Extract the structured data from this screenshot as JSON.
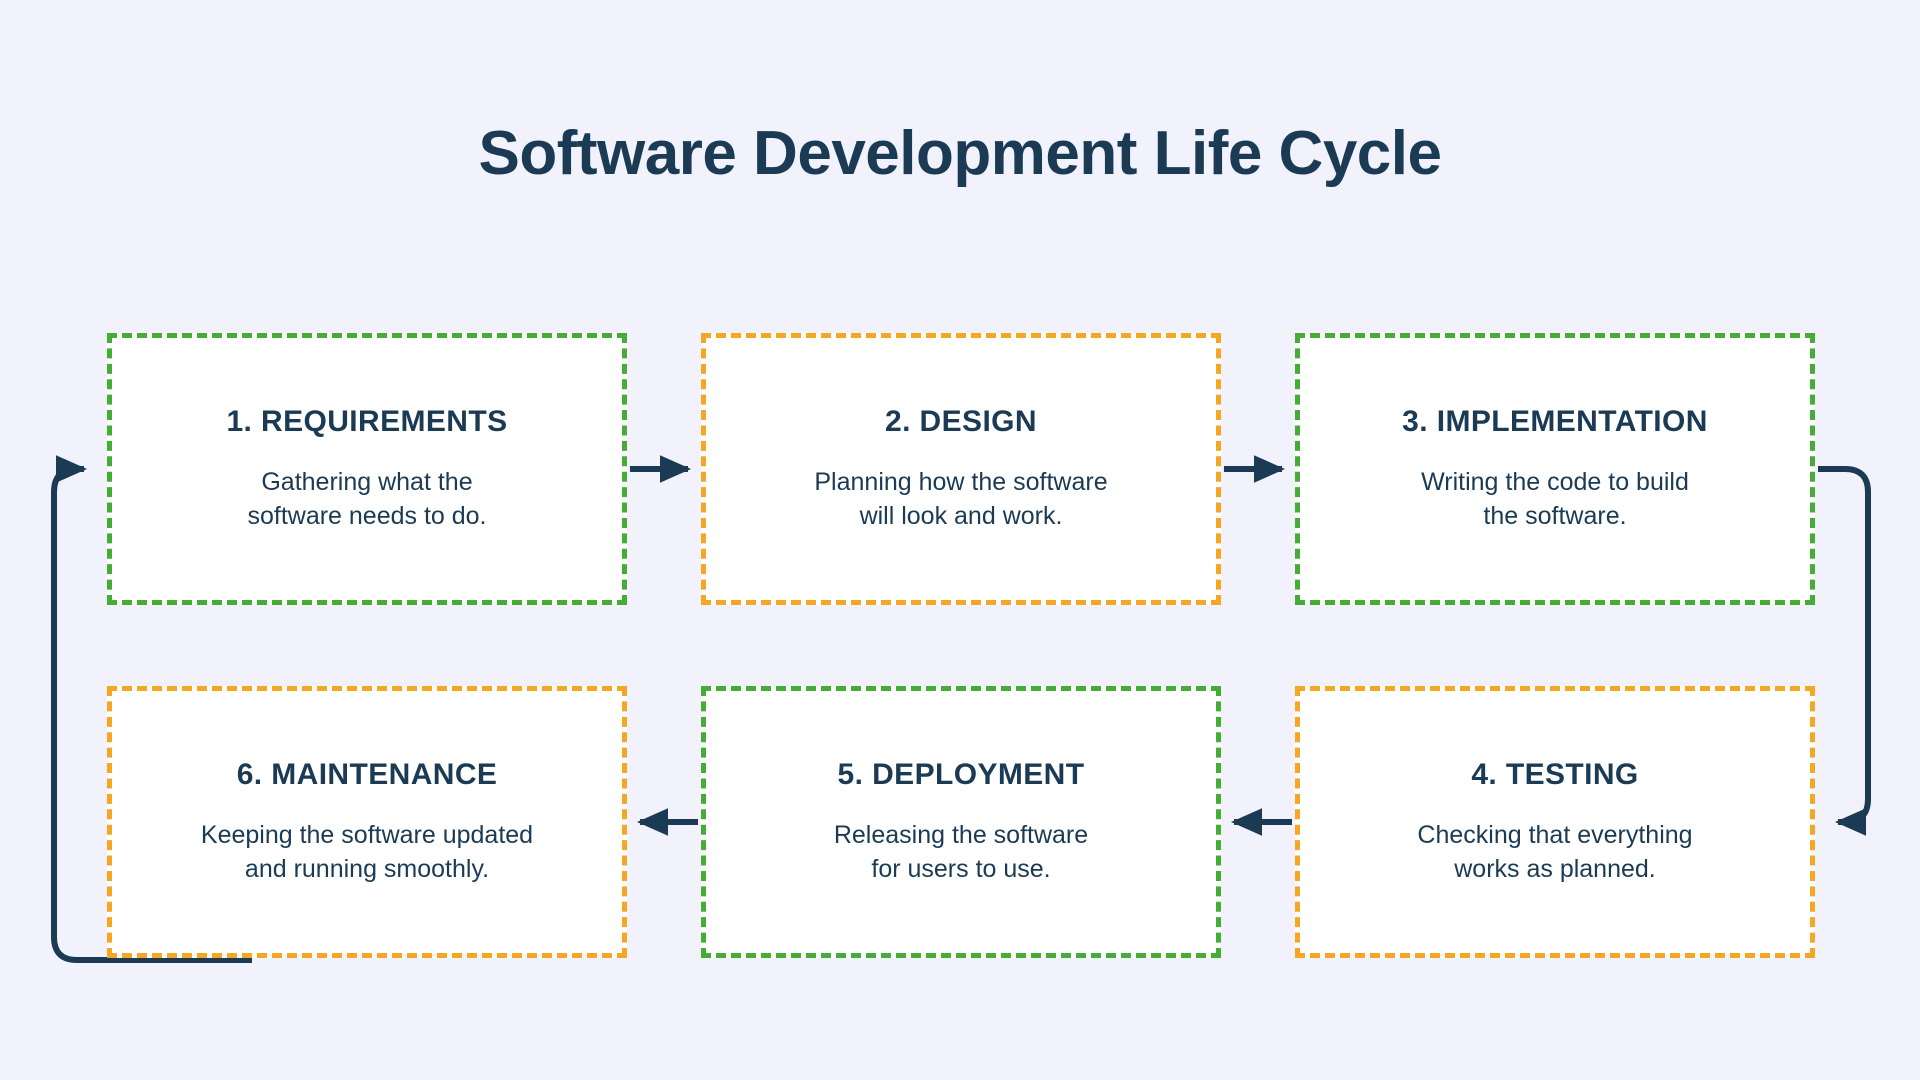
{
  "page": {
    "title": "Software Development Life Cycle",
    "background_color": "#f2f2fc",
    "text_color": "#1b3a54",
    "green": "#45ad35",
    "orange": "#f5a623",
    "arrow_color": "#1b3a54"
  },
  "stages": [
    {
      "title": "1. REQUIREMENTS",
      "description_line1": "Gathering what the",
      "description_line2": "software needs to do.",
      "border_color": "#45ad35",
      "border_style": "dashed"
    },
    {
      "title": "2. DESIGN",
      "description_line1": "Planning how the software",
      "description_line2": "will look and work.",
      "border_color": "#f5a623",
      "border_style": "dashed"
    },
    {
      "title": "3. IMPLEMENTATION",
      "description_line1": "Writing the code to build",
      "description_line2": "the software.",
      "border_color": "#45ad35",
      "border_style": "dashed"
    },
    {
      "title": "4. TESTING",
      "description_line1": "Checking that everything",
      "description_line2": "works as planned.",
      "border_color": "#f5a623",
      "border_style": "dashed"
    },
    {
      "title": "5. DEPLOYMENT",
      "description_line1": "Releasing the software",
      "description_line2": "for users to use.",
      "border_color": "#45ad35",
      "border_style": "dashed"
    },
    {
      "title": "6. MAINTENANCE",
      "description_line1": "Keeping the software updated",
      "description_line2": "and running smoothly.",
      "border_color": "#f5a623",
      "border_style": "dashed"
    }
  ],
  "connectors": [
    {
      "name": "arrow-requirements-to-design",
      "from": "1. REQUIREMENTS",
      "to": "2. DESIGN",
      "direction": "right"
    },
    {
      "name": "arrow-design-to-implementation",
      "from": "2. DESIGN",
      "to": "3. IMPLEMENTATION",
      "direction": "right"
    },
    {
      "name": "arrow-implementation-to-testing",
      "from": "3. IMPLEMENTATION",
      "to": "4. TESTING",
      "direction": "wrap-right-down"
    },
    {
      "name": "arrow-testing-to-deployment",
      "from": "4. TESTING",
      "to": "5. DEPLOYMENT",
      "direction": "left"
    },
    {
      "name": "arrow-deployment-to-maintenance",
      "from": "5. DEPLOYMENT",
      "to": "6. MAINTENANCE",
      "direction": "left"
    },
    {
      "name": "arrow-maintenance-to-requirements",
      "from": "6. MAINTENANCE",
      "to": "1. REQUIREMENTS",
      "direction": "wrap-left-up"
    }
  ]
}
